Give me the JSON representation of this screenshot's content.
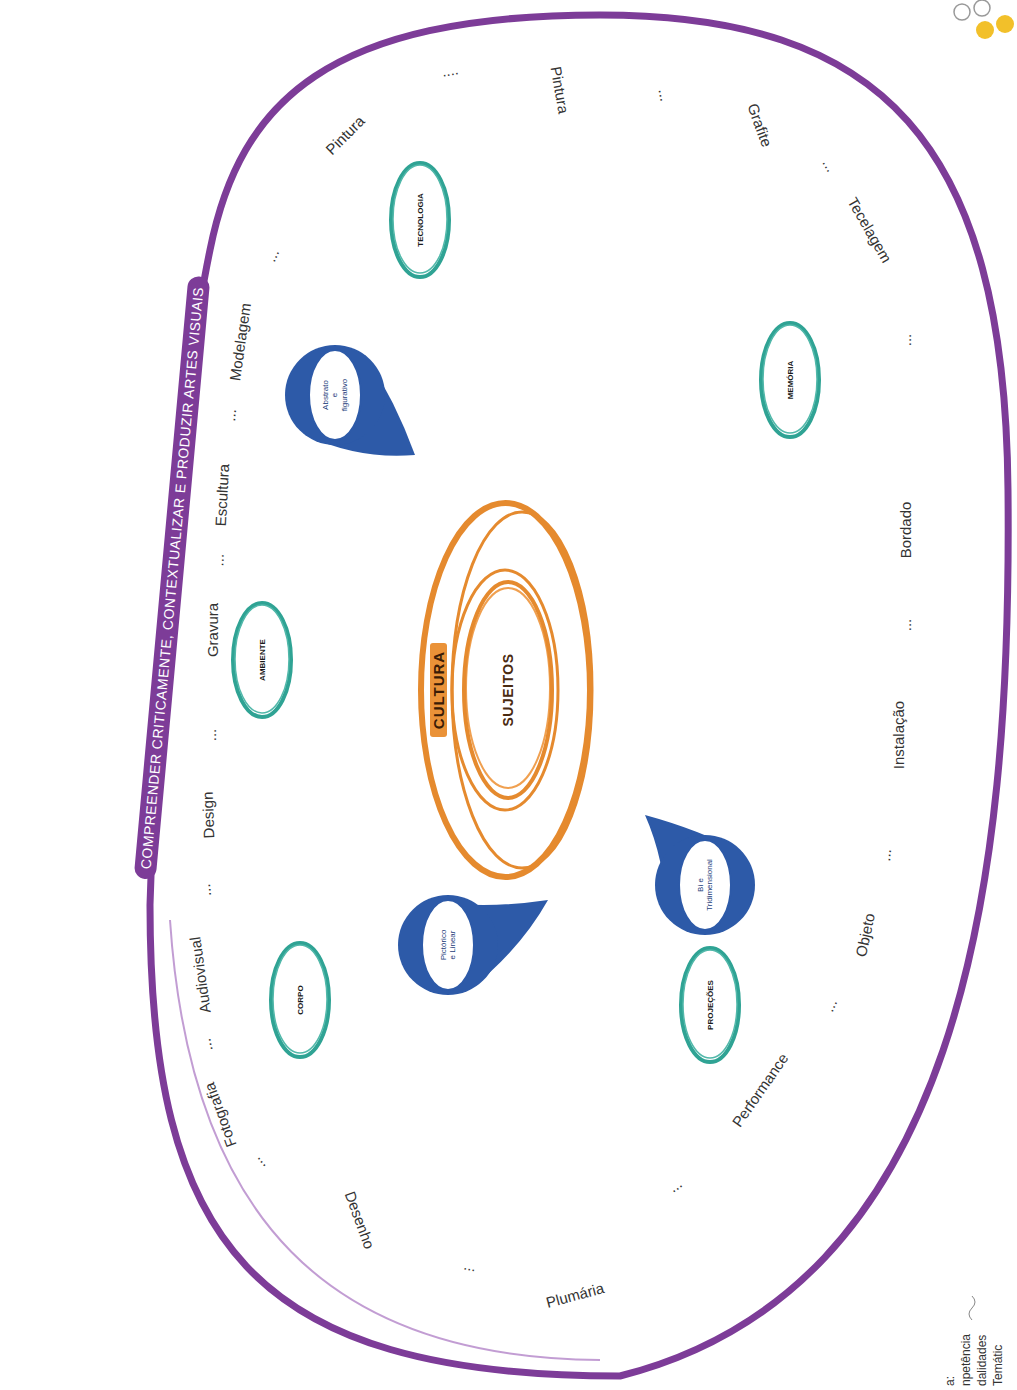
{
  "diagram": {
    "title": "COMPREENDER CRITICAMENTE, CONTEXTUALIZAR E PRODUZIR ARTES VISUAIS",
    "nodes": [
      {
        "text": [
          "CULTURA"
        ]
      },
      {
        "text": [
          "SUJEITOS"
        ],
        "in": 0
      },
      {
        "text": [
          "CORPO"
        ]
      },
      {
        "text": [
          "AMBIENTE"
        ]
      },
      {
        "text": [
          "TECNOLOGIA"
        ]
      },
      {
        "text": [
          "PROJEÇÕES"
        ]
      },
      {
        "text": [
          "MEMÓRIA"
        ]
      },
      {
        "text": [
          "Pictórico e Linear"
        ]
      },
      {
        "text": [
          "Bi e Tridimensional"
        ]
      },
      {
        "text": [
          "Abstrato e figurativo"
        ]
      }
    ],
    "labels": [
      "Fotografia",
      "...",
      "Audiovisual",
      "...",
      "Design",
      "...",
      "Gravura",
      "...",
      "Escultura",
      "...",
      "Modelagem",
      "...",
      "Pintura",
      "....",
      "Pintura",
      "...",
      "Grafite",
      "...",
      "Tecelagem",
      "...",
      "Bordado",
      "...",
      "Instalação",
      "...",
      "Objeto",
      "...",
      "Performance",
      "...",
      "Plumária",
      "...",
      "Desenho",
      "...",
      "a:",
      "npetência",
      "dalidades",
      "Temátic"
    ]
  }
}
